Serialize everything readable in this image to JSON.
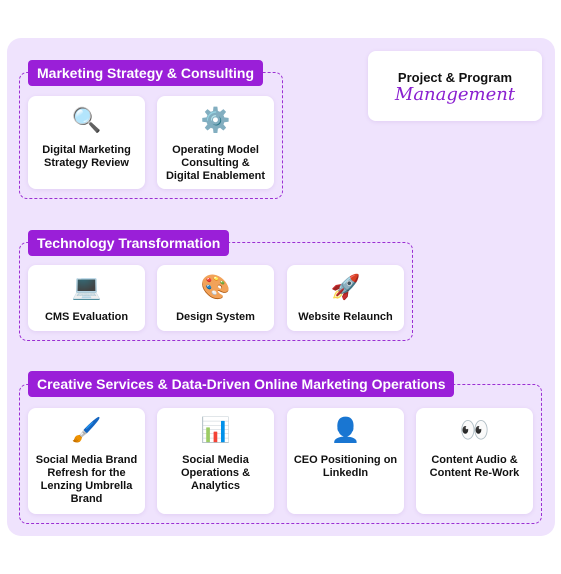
{
  "panel_color": "#efe3fd",
  "accent_color": "#9a1fd8",
  "project_box": {
    "line1": "Project & Program",
    "line2": "Management"
  },
  "groups": [
    {
      "label": "Marketing Strategy & Consulting",
      "cards": [
        {
          "icon": "magnifier-icon",
          "glyph": "🔍",
          "text": "Digital Marketing Strategy Review"
        },
        {
          "icon": "gear-icon",
          "glyph": "⚙️",
          "text": "Operating Model Consulting & Digital Enablement"
        }
      ]
    },
    {
      "label": "Technology Transformation",
      "cards": [
        {
          "icon": "laptop-icon",
          "glyph": "💻",
          "text": "CMS Evaluation"
        },
        {
          "icon": "palette-icon",
          "glyph": "🎨",
          "text": "Design System"
        },
        {
          "icon": "rocket-icon",
          "glyph": "🚀",
          "text": "Website Relaunch"
        }
      ]
    },
    {
      "label": "Creative Services & Data-Driven Online Marketing Operations",
      "cards": [
        {
          "icon": "paintbrush-icon",
          "glyph": "🖌️",
          "text": "Social Media Brand Refresh for the Lenzing Umbrella Brand"
        },
        {
          "icon": "bar-chart-icon",
          "glyph": "📊",
          "text": "Social Media Operations & Analytics"
        },
        {
          "icon": "person-silhouette-icon",
          "glyph": "👤",
          "text": "CEO Positioning on LinkedIn"
        },
        {
          "icon": "eyes-icon",
          "glyph": "👀",
          "text": "Content Audio & Content Re-Work"
        }
      ]
    }
  ]
}
